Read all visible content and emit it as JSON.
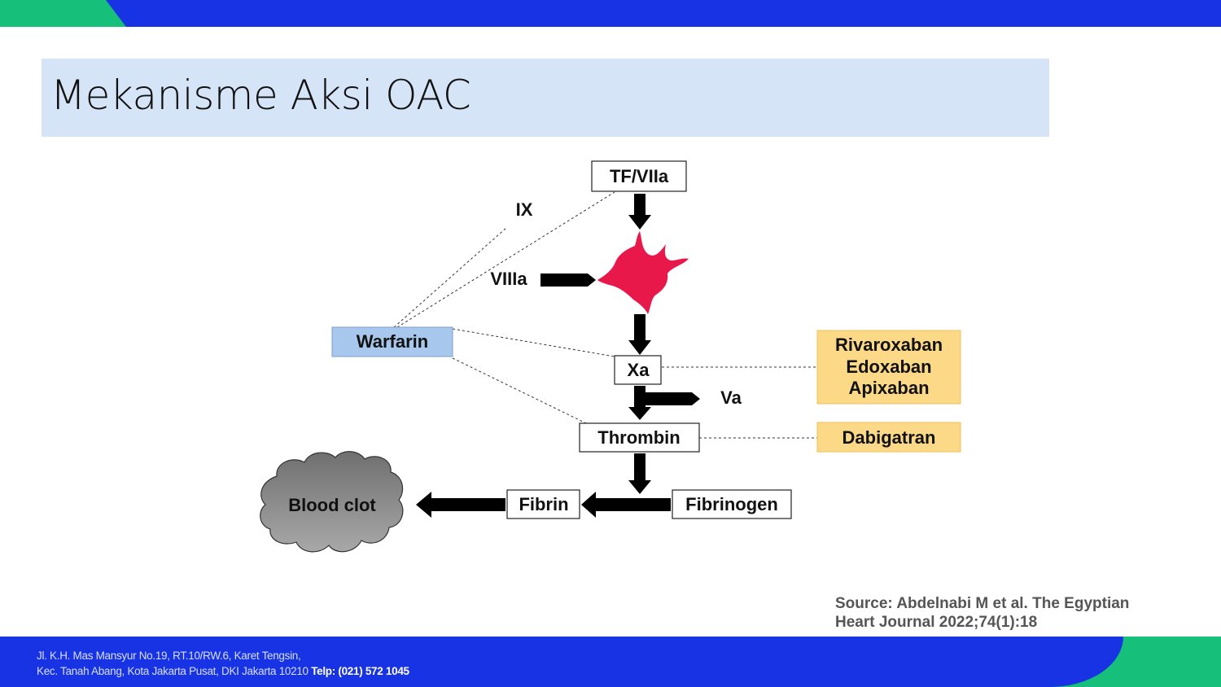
{
  "slide": {
    "title": "Mekanisme Aksi OAC",
    "colors": {
      "brand_blue": "#1733e3",
      "brand_green": "#17c07a",
      "title_band": "#d6e4f8"
    }
  },
  "diagram": {
    "nodes": {
      "tf_viia": "TF/VIIa",
      "ix": "IX",
      "viiia": "VIIIa",
      "xa": "Xa",
      "va": "Va",
      "thrombin": "Thrombin",
      "fibrinogen": "Fibrinogen",
      "fibrin": "Fibrin",
      "blood_clot": "Blood clot",
      "warfarin": "Warfarin",
      "xa_inhibitors": [
        "Rivaroxaban",
        "Edoxaban",
        "Apixaban"
      ],
      "dabigatran": "Dabigatran"
    },
    "colors": {
      "platelet": "#e8194a",
      "warfarin_box": "#a7c7ec",
      "drug_box": "#fbd987",
      "clot": "#8c8c8c"
    }
  },
  "source": {
    "line1": "Source: Abdelnabi M et al. The Egyptian",
    "line2": "Heart Journal 2022;74(1):18"
  },
  "footer": {
    "address_line1": "Jl. K.H. Mas Mansyur No.19, RT.10/RW.6, Karet Tengsin,",
    "address_line2": "Kec. Tanah Abang, Kota Jakarta Pusat, DKI Jakarta 10210",
    "phone": "Telp: (021) 572 1045"
  }
}
